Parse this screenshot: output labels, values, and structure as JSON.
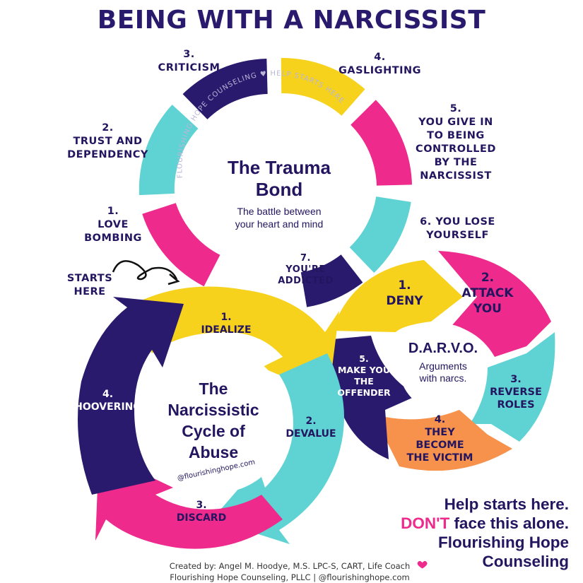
{
  "title": "BEING WITH A NARCISSIST",
  "colors": {
    "navy": "#2a1a6e",
    "yellow": "#f7d21c",
    "pink": "#ee2a8c",
    "teal": "#5fd3d3",
    "orange": "#f6924b"
  },
  "trauma_bond": {
    "title_line1": "The Trauma",
    "title_line2": "Bond",
    "subtitle_line1": "The battle between",
    "subtitle_line2": "your heart and mind",
    "ring_text": "FLOURISHING HOPE COUNSELING ♥ HELP STARTS HERE",
    "stages": [
      {
        "num": "1.",
        "label": "LOVE\nBOMBING"
      },
      {
        "num": "2.",
        "label": "TRUST AND\nDEPENDENCY"
      },
      {
        "num": "3.",
        "label": "CRITICISM"
      },
      {
        "num": "4.",
        "label": "GASLIGHTING"
      },
      {
        "num": "5.",
        "label": "YOU GIVE IN\nTO BEING\nCONTROLLED\nBY THE\nNARCISSIST"
      },
      {
        "num": "6.",
        "label": "YOU LOSE\nYOURSELF"
      },
      {
        "num": "7.",
        "label": "YOU'RE\nADDICTED"
      }
    ]
  },
  "starts_here": "STARTS\nHERE",
  "cycle_of_abuse": {
    "title_line1": "The",
    "title_line2": "Narcissistic",
    "title_line3": "Cycle of",
    "title_line4": "Abuse",
    "handle": "@flourishinghope.com",
    "stages": [
      {
        "num": "1.",
        "label": "IDEALIZE"
      },
      {
        "num": "2.",
        "label": "DEVALUE"
      },
      {
        "num": "3.",
        "label": "DISCARD"
      },
      {
        "num": "4.",
        "label": "HOOVERING"
      }
    ]
  },
  "darvo": {
    "title": "D.A.R.V.O.",
    "subtitle_line1": "Arguments",
    "subtitle_line2": "with narcs.",
    "stages": [
      {
        "num": "1.",
        "label": "DENY"
      },
      {
        "num": "2.",
        "label": "ATTACK\nYOU"
      },
      {
        "num": "3.",
        "label": "REVERSE\nROLES"
      },
      {
        "num": "4.",
        "label": "THEY\nBECOME\nTHE VICTIM"
      },
      {
        "num": "5.",
        "label": "MAKE YOU\nTHE\nOFFENDER"
      }
    ]
  },
  "help": {
    "line1": "Help starts here.",
    "line2_pink": "DON'T",
    "line2_rest": " face this alone.",
    "line3": "Flourishing Hope",
    "line4": "Counseling"
  },
  "credit": {
    "line1": "Created by: Angel M. Hoodye, M.S. LPC-S, CART, Life Coach",
    "line2": "Flourishing Hope Counseling, PLLC | @flourishinghope.com"
  }
}
